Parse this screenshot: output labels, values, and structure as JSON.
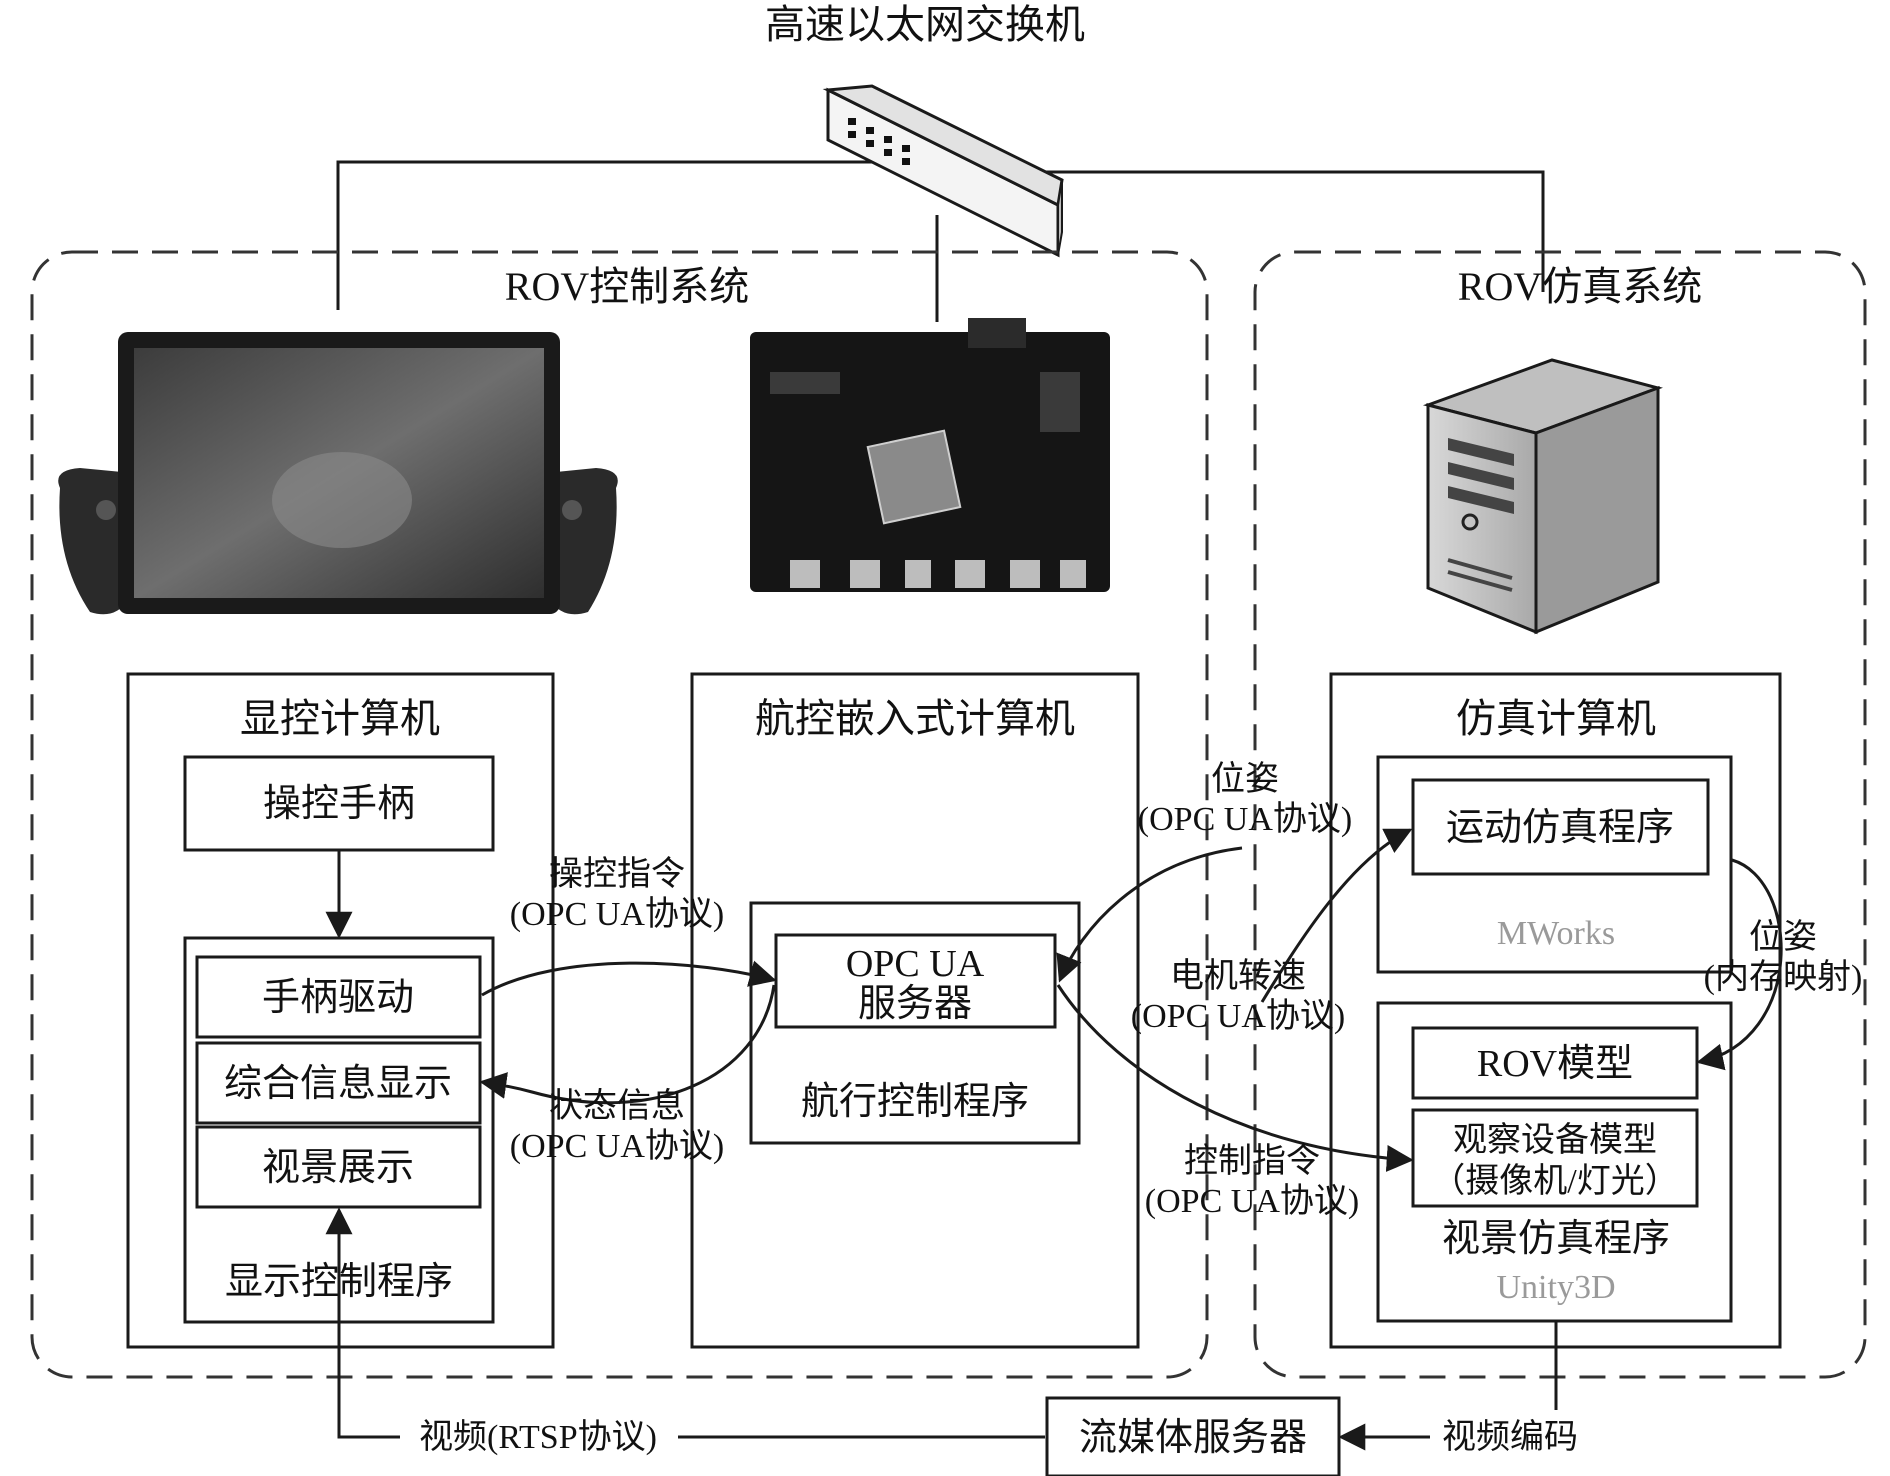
{
  "switch": {
    "label": "高速以太网交换机"
  },
  "groups": {
    "control": {
      "title": "ROV控制系统"
    },
    "sim": {
      "title": "ROV仿真系统"
    }
  },
  "display_computer": {
    "title": "显控计算机",
    "joystick": "操控手柄",
    "program": "显示控制程序",
    "modules": [
      "手柄驱动",
      "综合信息显示",
      "视景展示"
    ]
  },
  "nav_computer": {
    "title": "航控嵌入式计算机",
    "server_line1": "OPC UA",
    "server_line2": "服务器",
    "program": "航行控制程序"
  },
  "sim_computer": {
    "title": "仿真计算机",
    "motion_program": "运动仿真程序",
    "motion_tool": "MWorks",
    "rov_model": "ROV模型",
    "obs_line1": "观察设备模型",
    "obs_line2": "（摄像机/灯光）",
    "visual_program": "视景仿真程序",
    "visual_tool": "Unity3D"
  },
  "streaming_server": "流媒体服务器",
  "edges": {
    "cmd_name": "操控指令",
    "cmd_proto": "(OPC UA协议)",
    "status_name": "状态信息",
    "status_proto": "(OPC UA协议)",
    "pose_name": "位姿",
    "pose_proto": "(OPC UA协议)",
    "motor_name": "电机转速",
    "motor_proto": "(OPC UA协议)",
    "ctrl_name": "控制指令",
    "ctrl_proto": "(OPC UA协议)",
    "pose_mem_name": "位姿",
    "pose_mem_proto": "(内存映射)",
    "video": "视频(RTSP协议)",
    "video_encode": "视频编码"
  }
}
